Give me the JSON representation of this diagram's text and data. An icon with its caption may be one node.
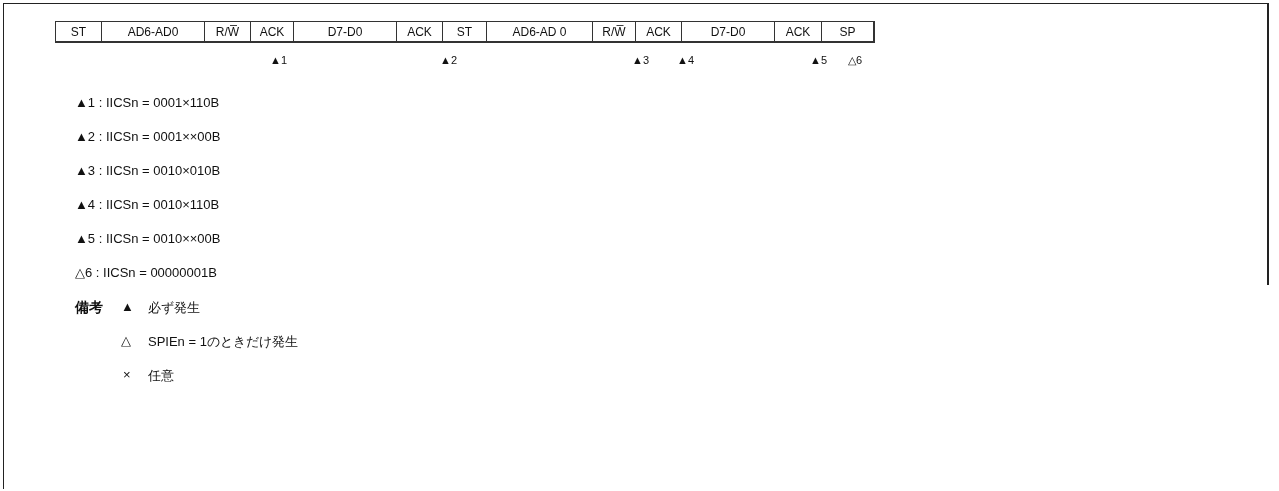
{
  "diagram": {
    "nodes": [
      {
        "text": [
          "ST"
        ]
      },
      {
        "text": [
          "AD6-AD0"
        ]
      },
      {
        "text": [
          "R/W̅"
        ]
      },
      {
        "text": [
          "ACK"
        ]
      },
      {
        "text": [
          "D7-D0"
        ]
      },
      {
        "text": [
          "ACK"
        ]
      },
      {
        "text": [
          "ST"
        ]
      },
      {
        "text": [
          "AD6-AD 0"
        ]
      },
      {
        "text": [
          "R/W̅"
        ]
      },
      {
        "text": [
          "ACK"
        ]
      },
      {
        "text": [
          "D7-D0"
        ]
      },
      {
        "text": [
          "ACK"
        ]
      },
      {
        "text": [
          "SP"
        ]
      }
    ],
    "labels": [
      "▲1",
      "▲2",
      "▲3",
      "▲4",
      "▲5",
      "△6",
      "▲1 : IICSn = 0001×110B",
      "▲2 : IICSn = 0001××00B",
      "▲3 : IICSn = 0010×010B",
      "▲4 : IICSn = 0010×110B",
      "▲5 : IICSn = 0010××00B",
      "△6 : IICSn = 00000001B",
      "備考",
      "▲",
      "必ず発生",
      "△",
      "SPIEn = 1のときだけ発生",
      "×",
      "任意"
    ]
  }
}
